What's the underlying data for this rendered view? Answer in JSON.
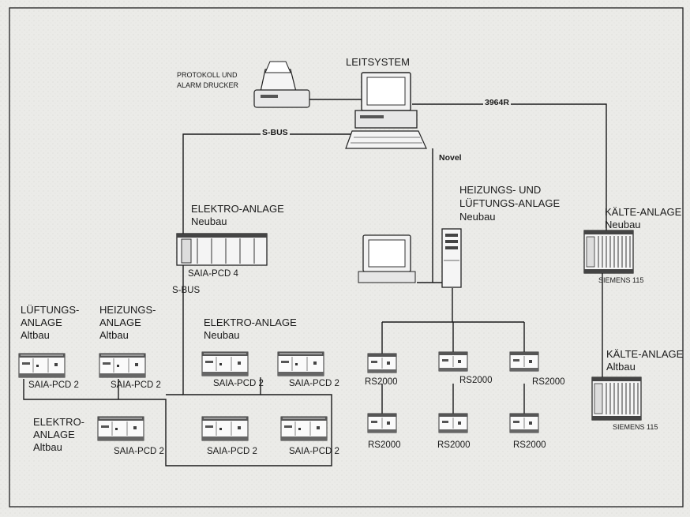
{
  "diagram": {
    "nodes": {
      "leitsystem": "LEITSYSTEM",
      "drucker_line1": "PROTOKOLL UND",
      "drucker_line2": "ALARM DRUCKER",
      "elektro_neubau_top_line1": "ELEKTRO-ANLAGE",
      "elektro_neubau_top_line2": "Neubau",
      "saia_pcd4": "SAIA-PCD 4",
      "heizung_neubau_line1": "HEIZUNGS-  UND",
      "heizung_neubau_line2": "LÜFTUNGS-ANLAGE",
      "heizung_neubau_line3": "Neubau",
      "kaelte_neubau_line1": "KÄLTE-ANLAGE",
      "kaelte_neubau_line2": "Neubau",
      "siemens_115_neubau": "SIEMENS 115",
      "kaelte_altbau_line1": "KÄLTE-ANLAGE",
      "kaelte_altbau_line2": "Altbau",
      "siemens_115_altbau": "SIEMENS 115",
      "lueftung_altbau_line1": "LÜFTUNGS-",
      "lueftung_altbau_line2": "ANLAGE",
      "lueftung_altbau_line3": "Altbau",
      "heizung_altbau_line1": "HEIZUNGS-",
      "heizung_altbau_line2": "ANLAGE",
      "heizung_altbau_line3": "Altbau",
      "elektro_neubau_mid_line1": "ELEKTRO-ANLAGE",
      "elektro_neubau_mid_line2": "Neubau",
      "elektro_altbau_line1": "ELEKTRO-",
      "elektro_altbau_line2": "ANLAGE",
      "elektro_altbau_line3": "Altbau",
      "saia_pcd2_lueftung": "SAIA-PCD 2",
      "saia_pcd2_heizung": "SAIA-PCD 2",
      "saia_pcd2_en_1": "SAIA-PCD 2",
      "saia_pcd2_en_2": "SAIA-PCD 2",
      "saia_pcd2_en_3": "SAIA-PCD 2",
      "saia_pcd2_en_4": "SAIA-PCD 2",
      "saia_pcd2_ea": "SAIA-PCD 2",
      "rs2000_1": "RS2000",
      "rs2000_2": "RS2000",
      "rs2000_3": "RS2000",
      "rs2000_4": "RS2000",
      "rs2000_5": "RS2000",
      "rs2000_6": "RS2000"
    },
    "edges": {
      "sbus_top": "S-BUS",
      "sbus_left": "S-BUS",
      "protocol_3964r": "3964R",
      "novel": "Novel"
    }
  }
}
